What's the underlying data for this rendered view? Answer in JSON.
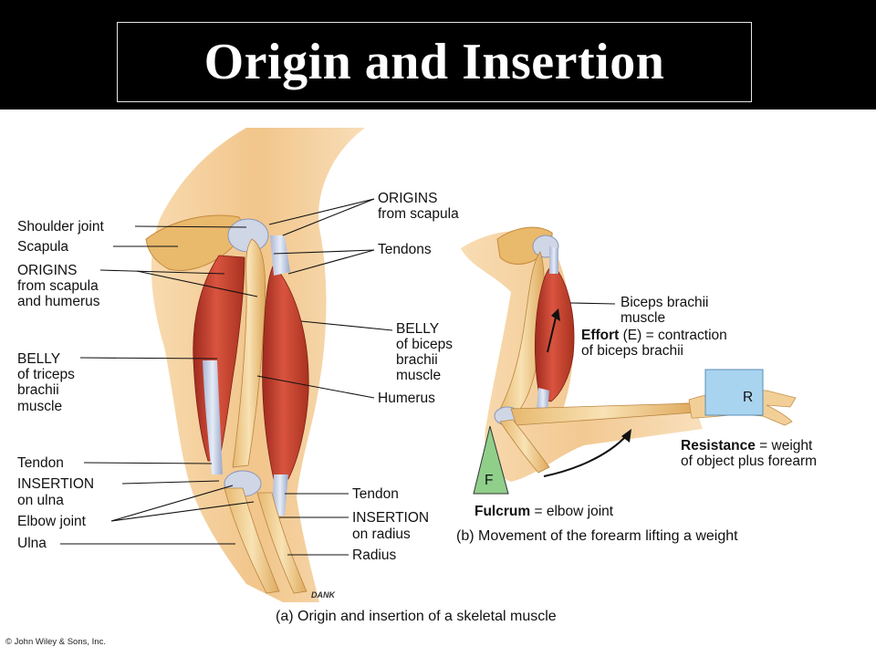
{
  "slide": {
    "title": "Origin and Insertion"
  },
  "figure_a": {
    "labels": {
      "shoulder_joint": "Shoulder joint",
      "scapula": "Scapula",
      "origins_left": [
        "ORIGINS",
        "from scapula",
        "and humerus"
      ],
      "belly_triceps": [
        "BELLY",
        "of triceps",
        "brachii",
        "muscle"
      ],
      "tendon_left": "Tendon",
      "insertion_ulna": [
        "INSERTION",
        "on ulna"
      ],
      "elbow_joint": "Elbow joint",
      "ulna": "Ulna",
      "origins_top": [
        "ORIGINS",
        "from scapula"
      ],
      "tendons": "Tendons",
      "belly_biceps": [
        "BELLY",
        "of biceps",
        "brachii",
        "muscle"
      ],
      "humerus": "Humerus",
      "tendon_right": "Tendon",
      "insertion_radius": [
        "INSERTION",
        "on radius"
      ],
      "radius": "Radius"
    },
    "signature": "DANK",
    "caption": "(a) Origin and insertion of a skeletal muscle"
  },
  "figure_b": {
    "labels": {
      "biceps": [
        "Biceps brachii",
        "muscle"
      ],
      "effort_bold": "Effort",
      "effort_rest": " (E) = contraction",
      "effort_line2": "of biceps brachii",
      "r_marker": "R",
      "resistance_bold": "Resistance",
      "resistance_rest": " = weight",
      "resistance_line2": "of object plus forearm",
      "f_marker": "F",
      "fulcrum_bold": "Fulcrum",
      "fulcrum_rest": " = elbow joint"
    },
    "caption": "(b) Movement of the forearm lifting a weight"
  },
  "copyright": "© John Wiley & Sons, Inc.",
  "colors": {
    "title_bg": "#000000",
    "skin": "#f3c98f",
    "muscle": "#c0392b",
    "bone": "#f2d49b",
    "tendon": "#c9d3e8",
    "weight": "#a9d4f0",
    "fulcrum": "#8fcf8a"
  }
}
